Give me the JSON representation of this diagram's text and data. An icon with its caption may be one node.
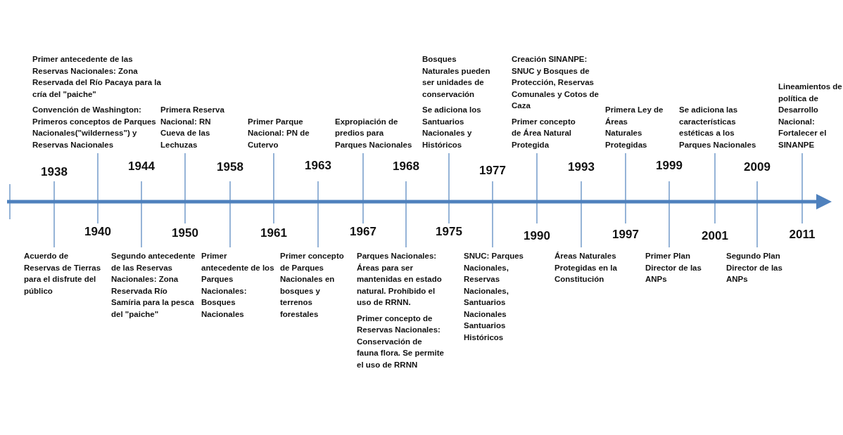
{
  "diagram": {
    "labels": [
      "Primer antecedente de las Reservas Nacionales: Zona Reservada del Río Pacaya para la cría del \"paiche\"",
      "Convención de Washington: Primeros conceptos de Parques Nacionales(\"wilderness\") y Reservas Nacionales",
      "Primera Reserva Nacional: RN Cueva de las Lechuzas",
      "Primer Parque Nacional: PN de Cutervo",
      "Expropiación de predios para Parques Nacionales",
      "Bosques Naturales pueden ser unidades de conservación",
      "Se adiciona los Santuarios Nacionales y Históricos",
      "Creación SINANPE: SNUC y Bosques de Protección, Reservas Comunales y Cotos de Caza",
      "Primer concepto de Área Natural Protegida",
      "Primera Ley de Áreas Naturales Protegidas",
      "Se adiciona las características estéticas a los Parques Nacionales",
      "Lineamientos de política de Desarrollo Nacional: Fortalecer el SINANPE",
      "1938",
      "1944",
      "1958",
      "1963",
      "1968",
      "1977",
      "1993",
      "1999",
      "2009",
      "1940",
      "1950",
      "1961",
      "1967",
      "1975",
      "1990",
      "1997",
      "2001",
      "2011",
      "Acuerdo de Reservas de Tierras para el disfrute del público",
      "Segundo antecedente de las Reservas Nacionales: Zona Reservada Río Samíria para la pesca del \"paiche\"",
      "Primer antecedente de los Parques Nacionales: Bosques Nacionales",
      "Primer concepto de Parques Nacionales en bosques y terrenos forestales",
      "Parques Nacionales: Áreas para ser mantenidas en estado natural. Prohíbido el uso de RRNN.",
      "Primer concepto de Reservas Nacionales: Conservación de fauna flora. Se permite el uso de RRNN",
      "SNUC: Parques Nacionales, Reservas Nacionales, Santuarios Nacionales Santuarios Históricos",
      "Áreas Naturales Protegidas en la Constitución",
      "Primer Plan Director de las ANPs",
      "Segundo Plan Director de las ANPs"
    ]
  }
}
